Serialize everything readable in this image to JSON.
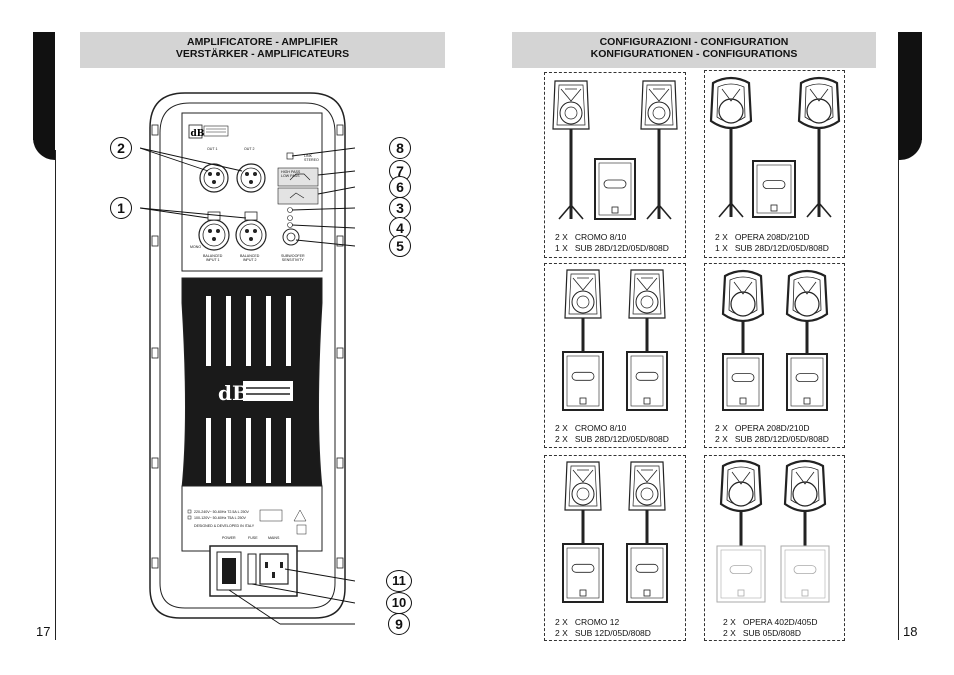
{
  "left_page": {
    "banner_line1": "AMPLIFICATORE - AMPLIFIER",
    "banner_line2": "VERSTÄRKER - AMPLIFICATEURS",
    "page_number": "17",
    "callouts": [
      "2",
      "1",
      "8",
      "7",
      "6",
      "3",
      "4",
      "5",
      "11",
      "10",
      "9"
    ],
    "panel_labels": {
      "out1": "OUT 1",
      "out2": "OUT 2",
      "link_label": "LINK",
      "stereo": "STEREO",
      "mono": "MONO",
      "in1": "BALANCED\nINPUT 1",
      "in2": "BALANCED\nINPUT 2",
      "sub_sens": "SUBWOOFER\nSENSITIVITY",
      "high_low_pass": "HIGH PASS\nLOW PASS",
      "mains_line1": "220-240V~ 50-60Hz   T2.5A L  250V",
      "mains_line2": "100-120V~ 50-60Hz   T5A L  250V",
      "designed": "DESIGNED & DEVELOPED IN ITALY",
      "power": "POWER",
      "fuse": "FUSE",
      "mains": "MAINS"
    }
  },
  "right_page": {
    "banner_line1": "CONFIGURAZIONI - CONFIGURATION",
    "banner_line2": "KONFIGURATIONEN - CONFIGURATIONS",
    "page_number": "18",
    "configs": [
      {
        "line1": "2 X   CROMO 8/10",
        "line2": "1 X   SUB 28D/12D/05D/808D"
      },
      {
        "line1": "2 X   OPERA 208D/210D",
        "line2": "1 X   SUB 28D/12D/05D/808D"
      },
      {
        "line1": "2 X   CROMO 8/10",
        "line2": "2 X   SUB 28D/12D/05D/808D"
      },
      {
        "line1": "2 X   OPERA 208D/210D",
        "line2": "2 X   SUB 28D/12D/05D/808D"
      },
      {
        "line1": "2 X   CROMO 12",
        "line2": "2 X   SUB 12D/05D/808D"
      },
      {
        "line1": "2 X   OPERA 402D/405D",
        "line2": "2 X   SUB 05D/808D"
      }
    ]
  }
}
